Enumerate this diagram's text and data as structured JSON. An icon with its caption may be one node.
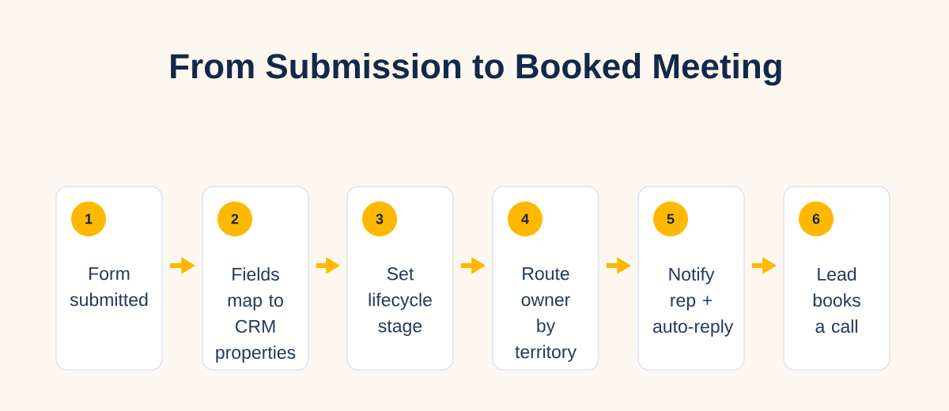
{
  "diagram": {
    "title": "From Submission to Booked Meeting",
    "nodes": [
      {
        "text": [
          "1",
          "Form submitted"
        ]
      },
      {
        "text": [
          "2",
          "Fields map to CRM properties"
        ]
      },
      {
        "text": [
          "3",
          "Set lifecycle stage"
        ]
      },
      {
        "text": [
          "4",
          "Route owner by territory"
        ]
      },
      {
        "text": [
          "5",
          "Notify rep + auto-reply"
        ]
      },
      {
        "text": [
          "6",
          "Lead books a call"
        ]
      }
    ],
    "edges": [
      {
        "from": 0,
        "to": 1,
        "arrow": "to"
      },
      {
        "from": 1,
        "to": 2,
        "arrow": "to"
      },
      {
        "from": 2,
        "to": 3,
        "arrow": "to"
      },
      {
        "from": 3,
        "to": 4,
        "arrow": "to"
      },
      {
        "from": 4,
        "to": 5,
        "arrow": "to"
      }
    ]
  }
}
